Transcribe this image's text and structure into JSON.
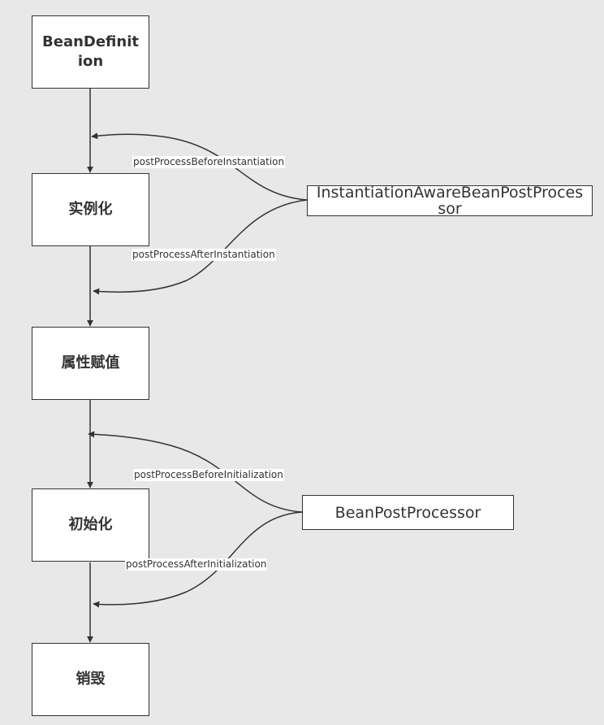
{
  "stages": {
    "bean_definition": "BeanDefinition",
    "instantiation": "实例化",
    "populate": "属性赋值",
    "initialization": "初始化",
    "destruction": "销毁"
  },
  "processors": {
    "instantiation_aware": "InstantiationAwareBeanPostProcessor",
    "bean_post": "BeanPostProcessor"
  },
  "edge_labels": {
    "before_instantiation": "postProcessBeforeInstantiation",
    "after_instantiation": "postProcessAfterInstantiation",
    "before_initialization": "postProcessBeforeInitialization",
    "after_initialization": "postProcessAfterInitialization"
  },
  "colors": {
    "background": "#e8e8e8",
    "stroke": "#333333",
    "box_fill": "#ffffff"
  }
}
